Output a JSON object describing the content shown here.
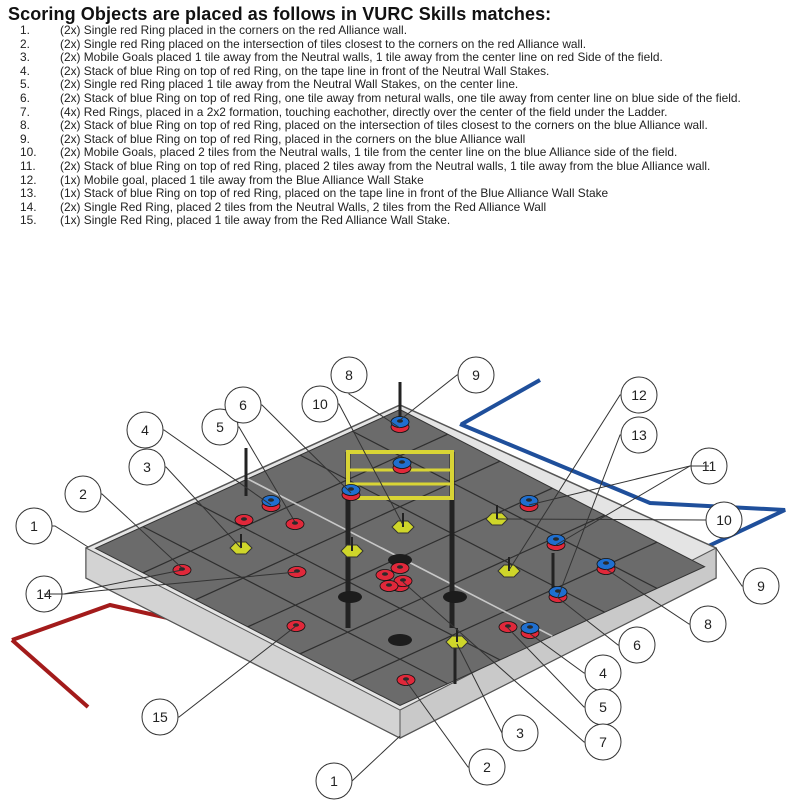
{
  "title": "Scoring Objects are placed as follows in VURC Skills matches:",
  "items": [
    {
      "num": "1.",
      "text": "(2x) Single red Ring placed in the corners on the red Alliance wall."
    },
    {
      "num": "2.",
      "text": "(2x) Single red Ring placed on the intersection of tiles closest to the corners on the red Alliance wall."
    },
    {
      "num": "3.",
      "text": "(2x) Mobile Goals placed 1 tile away from the Neutral walls, 1 tile away from the center line on red Side of the field."
    },
    {
      "num": "4.",
      "text": "(2x) Stack of blue Ring on top of red Ring, on the tape line in front of the Neutral Wall Stakes."
    },
    {
      "num": "5.",
      "text": "(2x) Single red Ring placed 1 tile away from the Neutral Wall Stakes, on the center line."
    },
    {
      "num": "6.",
      "text": "(2x) Stack of blue Ring on top of red Ring, one tile away from netural walls, one tile away from center line on blue side of the field."
    },
    {
      "num": "7.",
      "text": "(4x) Red Rings, placed in a 2x2 formation, touching eachother, directly over the center of the field under the Ladder."
    },
    {
      "num": "8.",
      "text": "(2x) Stack of blue Ring on top of red Ring, placed on the intersection of tiles closest to the corners on the blue Alliance wall."
    },
    {
      "num": "9.",
      "text": "(2x) Stack of blue Ring on top of red Ring, placed in the corners on the blue Alliance wall"
    },
    {
      "num": "10.",
      "text": "(2x) Mobile Goals, placed 2 tiles from the Neutral walls, 1 tile from the center line on the blue Alliance side of the field."
    },
    {
      "num": "11.",
      "text": "(2x) Stack of blue Ring on top of red Ring, placed 2 tiles away from the Neutral walls, 1 tile away from the blue Alliance wall."
    },
    {
      "num": "12.",
      "text": "(1x) Mobile goal, placed 1 tile away from the Blue Alliance Wall Stake"
    },
    {
      "num": "13.",
      "text": "(1x) Stack of blue Ring on top of red Ring, placed on the tape line in front of the Blue Alliance Wall Stake"
    },
    {
      "num": "14.",
      "text": "(2x) Single Red Ring, placed 2 tiles from the Neutral Walls, 2 tiles from the Red Alliance Wall"
    },
    {
      "num": "15.",
      "text": "(1x) Single Red Ring, placed 1 tile away from the Red Alliance Wall Stake."
    }
  ],
  "callouts": [
    "1",
    "2",
    "3",
    "4",
    "5",
    "6",
    "7",
    "8",
    "9",
    "10",
    "11",
    "12",
    "13",
    "14",
    "15"
  ],
  "colors": {
    "red_ring": "#e0283a",
    "blue_ring": "#1f6fcf",
    "mobile_goal": "#cfd62a",
    "ladder": "#d8d435",
    "field_tile": "#6b6b6b",
    "field_wall": "#e4e4e4",
    "red_line": "#a31b1b",
    "blue_line": "#1f4f9b"
  }
}
